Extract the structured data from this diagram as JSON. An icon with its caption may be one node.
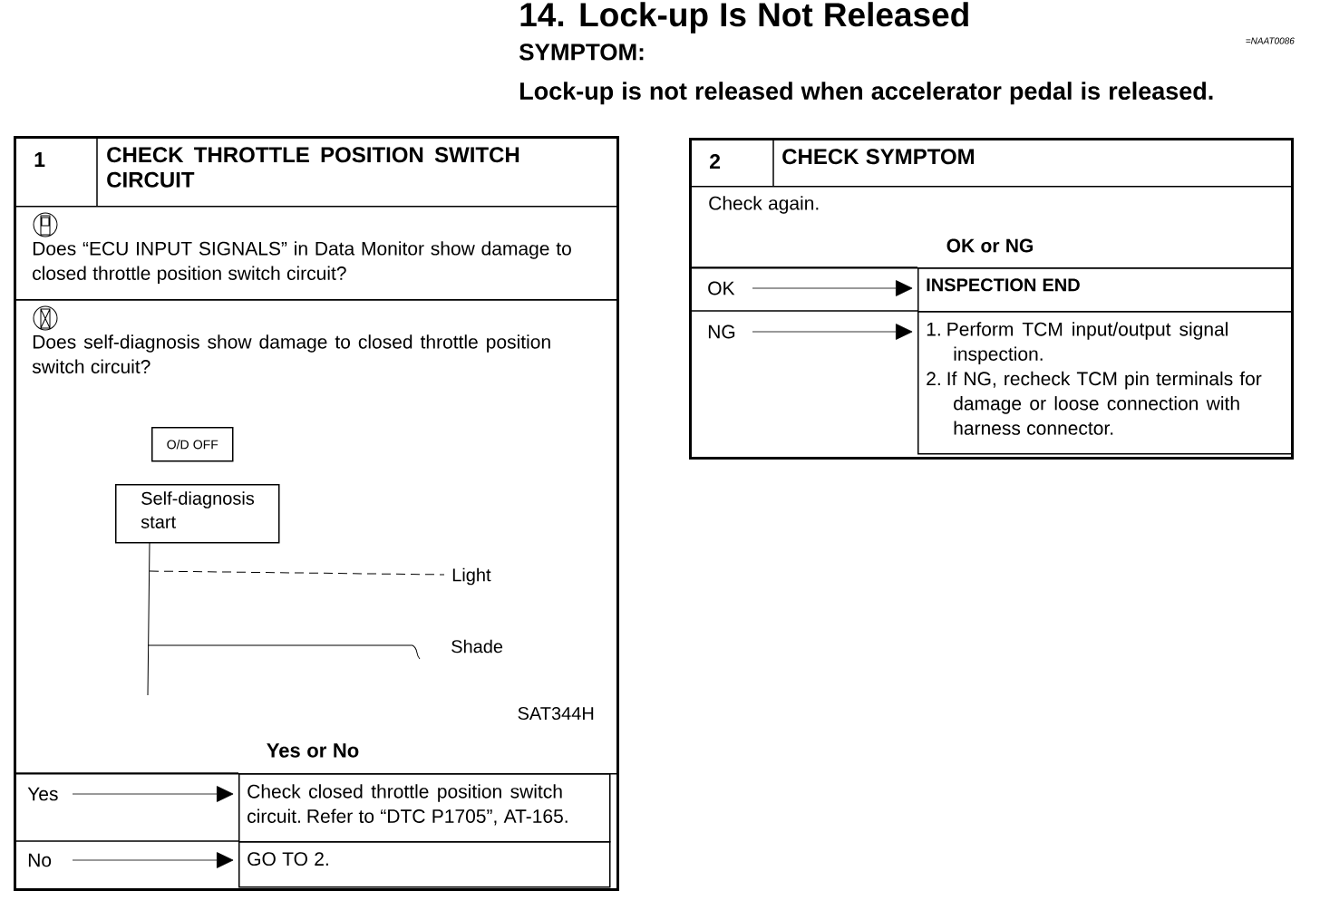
{
  "diagram": {
    "title": "14. Lock-up Is Not Released",
    "nodes": [
      {
        "text": [
          "1",
          "CHECK THROTTLE POSITION SWITCH CIRCUIT"
        ]
      },
      {
        "text": [
          "Does “ECU INPUT SIGNALS” in Data Monitor show damage to closed throttle position switch circuit?"
        ],
        "in": 0
      },
      {
        "text": [
          "Does self-diagnosis show damage to closed throttle position switch circuit?"
        ],
        "in": 0
      },
      {
        "text": [
          "O/D OFF"
        ],
        "in": 2
      },
      {
        "text": [
          "Self-diagnosis start"
        ],
        "in": 2
      },
      {
        "text": [
          "Yes"
        ],
        "in": 0
      },
      {
        "text": [
          "Check closed throttle position switch circuit. Refer to “DTC P1705”, AT-165."
        ],
        "in": 0
      },
      {
        "text": [
          "No"
        ],
        "in": 0
      },
      {
        "text": [
          "GO TO 2."
        ],
        "in": 0
      },
      {
        "text": [
          "2",
          "CHECK SYMPTOM"
        ]
      },
      {
        "text": [
          "Check again.",
          "OK or NG"
        ],
        "in": 9
      },
      {
        "text": [
          "OK"
        ],
        "in": 9
      },
      {
        "text": [
          "INSPECTION END"
        ],
        "in": 9
      },
      {
        "text": [
          "NG"
        ],
        "in": 9
      },
      {
        "text": [
          "1. Perform TCM input/output signal inspection.",
          "2. If NG, recheck TCM pin terminals for damage or loose connection with harness connector."
        ],
        "in": 9
      }
    ],
    "edges": [
      {
        "from": 5,
        "to": 6,
        "arrow": "to"
      },
      {
        "from": 7,
        "to": 8,
        "arrow": "to"
      },
      {
        "from": 11,
        "to": 12,
        "arrow": "to"
      },
      {
        "from": 13,
        "to": 14,
        "arrow": "to"
      }
    ],
    "labels": [
      "SYMPTOM:",
      "Lock-up is not released when accelerator pedal is released.",
      "=NAAT0086",
      "Light",
      "Shade",
      "SAT344H",
      "Yes or No"
    ]
  }
}
